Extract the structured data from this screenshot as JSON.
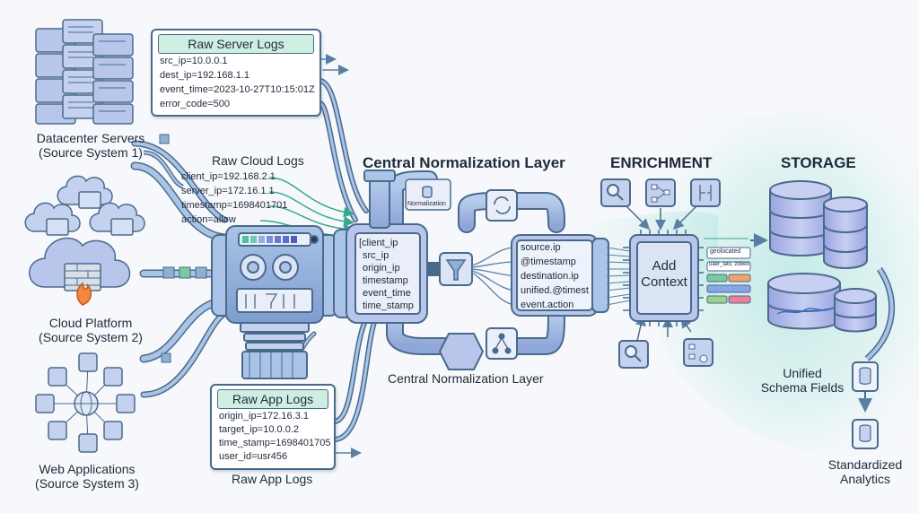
{
  "sources": {
    "datacenter": {
      "name": "Datacenter Servers",
      "sub": "(Source System 1)"
    },
    "cloud": {
      "name": "Cloud Platform",
      "sub": "(Source System 2)"
    },
    "web": {
      "name": "Web Applications",
      "sub": "(Source System 3)"
    }
  },
  "raw_server_logs": {
    "title": "Raw Server Logs",
    "lines": [
      "src_ip=10.0.0.1",
      "dest_ip=192.168.1.1",
      "event_time=2023-10-27T10:15:01Z",
      "error_code=500"
    ]
  },
  "raw_cloud_logs": {
    "title": "Raw Cloud Logs",
    "lines": [
      "client_ip=192.168.2.1",
      "server_ip=172.16.1.1",
      "timestamp=1698401701",
      "action=allow"
    ]
  },
  "raw_app_logs": {
    "title": "Raw App Logs",
    "caption": "Raw App Logs",
    "lines": [
      "origin_ip=172.16.3.1",
      "target_ip=10.0.0.2",
      "time_stamp=1698401705",
      "user_id=usr456"
    ]
  },
  "normalization": {
    "title_top": "Central Normalization Layer",
    "title_bottom": "Central Normalization Layer",
    "badge": "Normalization",
    "input_fields": [
      "[client_ip",
      "src_ip",
      "origin_ip",
      "timestamp",
      "event_time",
      "time_stamp"
    ],
    "output_fields": [
      "source.ip",
      "@timestamp",
      "destination.ip",
      "unified.@timest",
      "event.action"
    ]
  },
  "enrichment": {
    "title": "ENRICHMENT",
    "chip_line1": "Add",
    "chip_line2": "Context",
    "tags": [
      "geolocated",
      "uaer_iato, zd8ed"
    ]
  },
  "storage": {
    "title": "STORAGE",
    "unified_line1": "Unified",
    "unified_line2": "Schema Fields",
    "analytics_line1": "Standardized",
    "analytics_line2": "Analytics"
  },
  "colors": {
    "pipe": "#8fb0d2",
    "pipe_stroke": "#4a6a8c",
    "panel_title_bg": "#cfeee2",
    "glow": "#c6ece8",
    "db_fill": "#aeb6e6",
    "tag_colors": [
      "#7cc9a0",
      "#f2a36b",
      "#8aa4e8",
      "#9ad38a",
      "#ec7f9a"
    ]
  }
}
